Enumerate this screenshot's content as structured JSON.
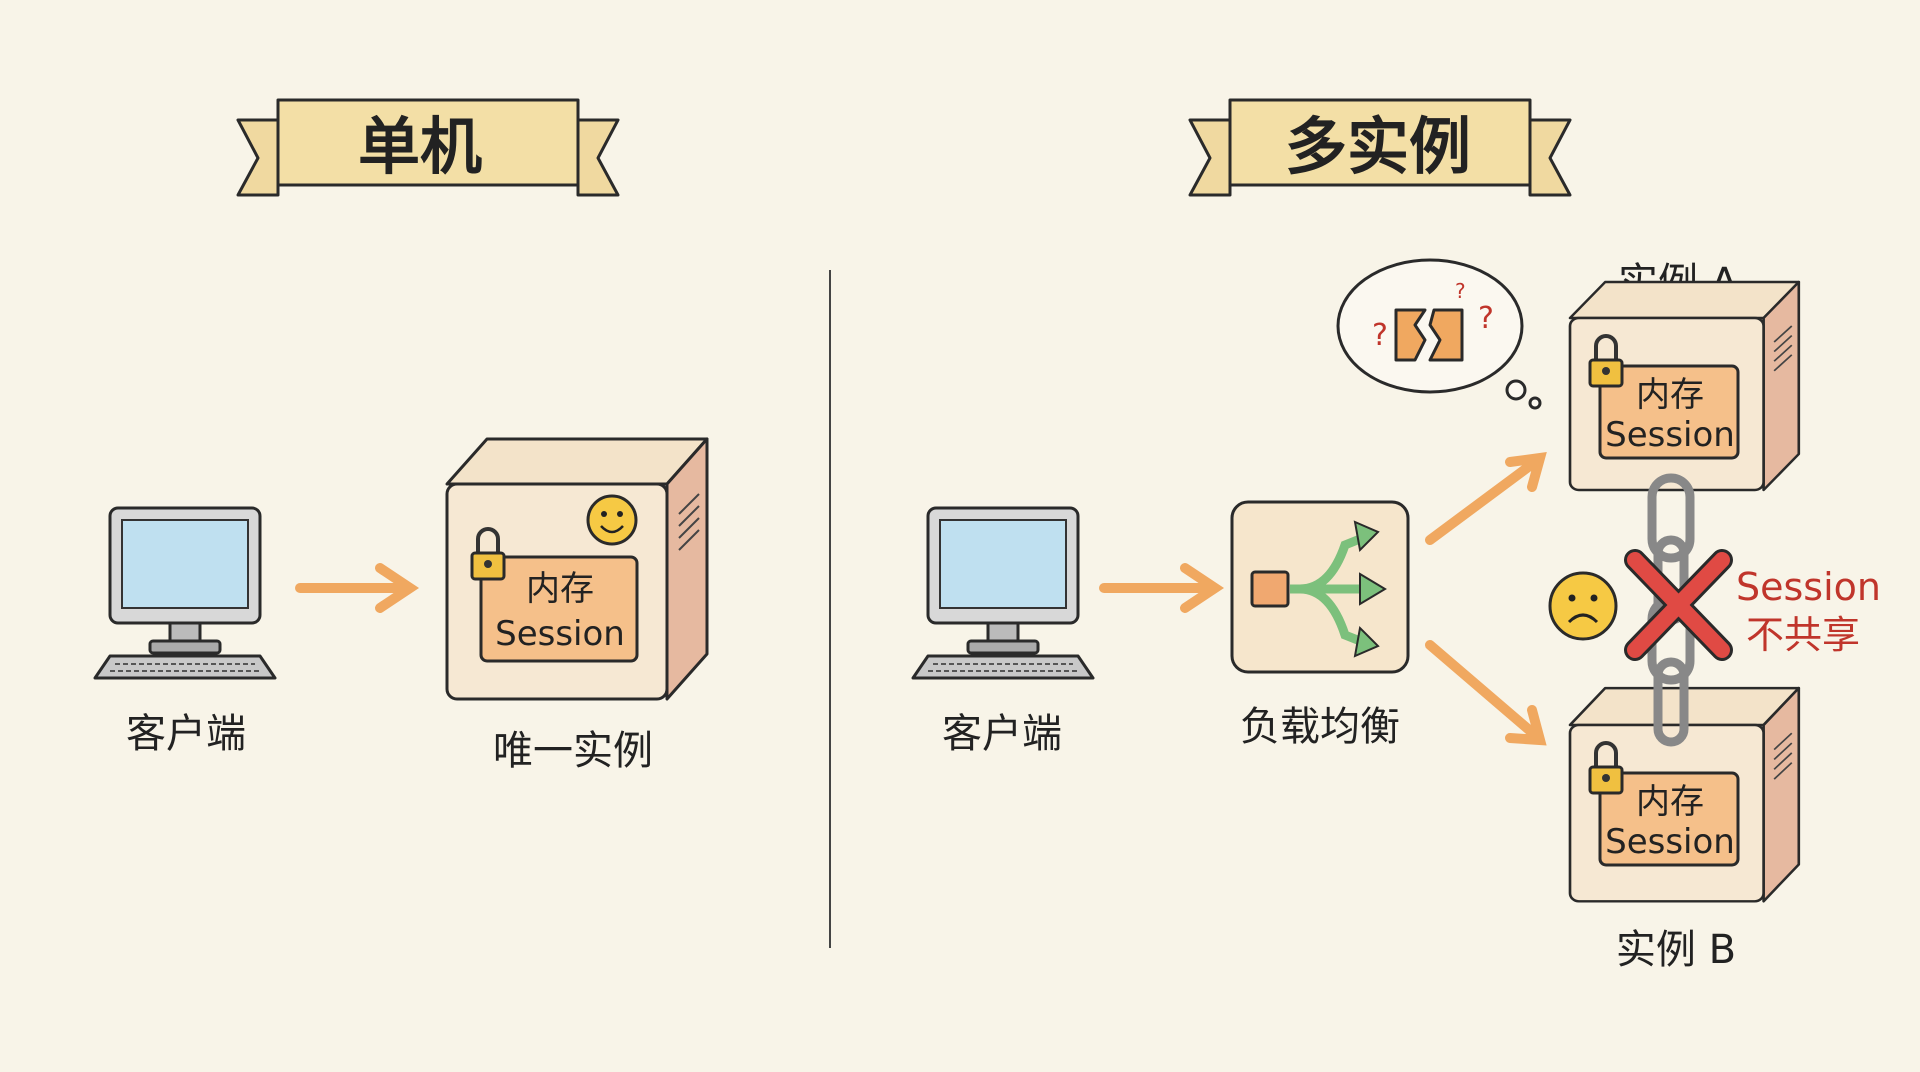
{
  "left": {
    "banner": "单机",
    "client_label": "客户端",
    "server_label": "唯一实例",
    "memory_line1": "内存",
    "memory_line2": "Session"
  },
  "right": {
    "banner": "多实例",
    "client_label": "客户端",
    "lb_label": "负载均衡",
    "instance_a_label": "实例 A",
    "instance_b_label": "实例 B",
    "memory_line1": "内存",
    "memory_line2": "Session",
    "warning_line1": "Session",
    "warning_line2": "不共享",
    "thought_marks": [
      "?",
      "?",
      "?"
    ]
  },
  "colors": {
    "background": "#f8f4e8",
    "arrow": "#f0a860",
    "warning": "#c0352b",
    "banner": "#f3dfa6",
    "memory": "#f5c08a"
  }
}
